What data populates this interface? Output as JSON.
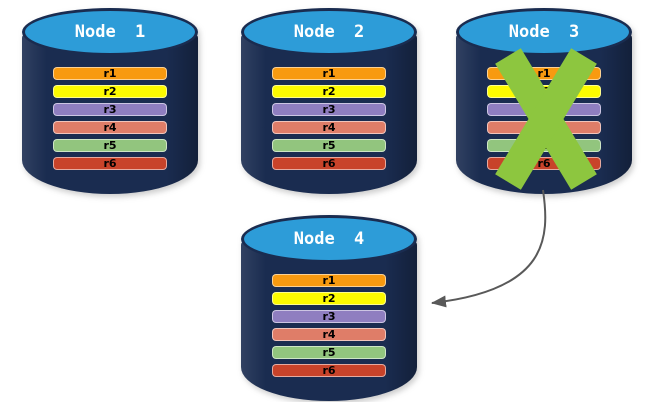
{
  "diagram": {
    "nodes": [
      {
        "label": "Node 1",
        "replicas": [
          "r1",
          "r2",
          "r3",
          "r4",
          "r5",
          "r6"
        ],
        "failed": false
      },
      {
        "label": "Node 2",
        "replicas": [
          "r1",
          "r2",
          "r3",
          "r4",
          "r5",
          "r6"
        ],
        "failed": false
      },
      {
        "label": "Node 3",
        "replicas": [
          "r1",
          "r2",
          "r3",
          "r4",
          "r5",
          "r6"
        ],
        "failed": true
      },
      {
        "label": "Node 4",
        "replicas": [
          "r1",
          "r2",
          "r3",
          "r4",
          "r5",
          "r6"
        ],
        "failed": false
      }
    ],
    "replica_colors": {
      "r1": "#F89A10",
      "r2": "#FDFB00",
      "r3": "#8F7EC0",
      "r4": "#DF7D68",
      "r5": "#92C57E",
      "r6": "#C8432A"
    },
    "colors": {
      "background": "#FFFFFF",
      "cylinder_body": "#1A2C50",
      "cylinder_top": "#2D9CD8",
      "node_label": "#FFFFFF",
      "replica_label": "#000000",
      "failure_x": "#8DC63F",
      "arrow": "#595959"
    },
    "arrow": {
      "from": "Node 3",
      "to": "Node 4"
    }
  }
}
